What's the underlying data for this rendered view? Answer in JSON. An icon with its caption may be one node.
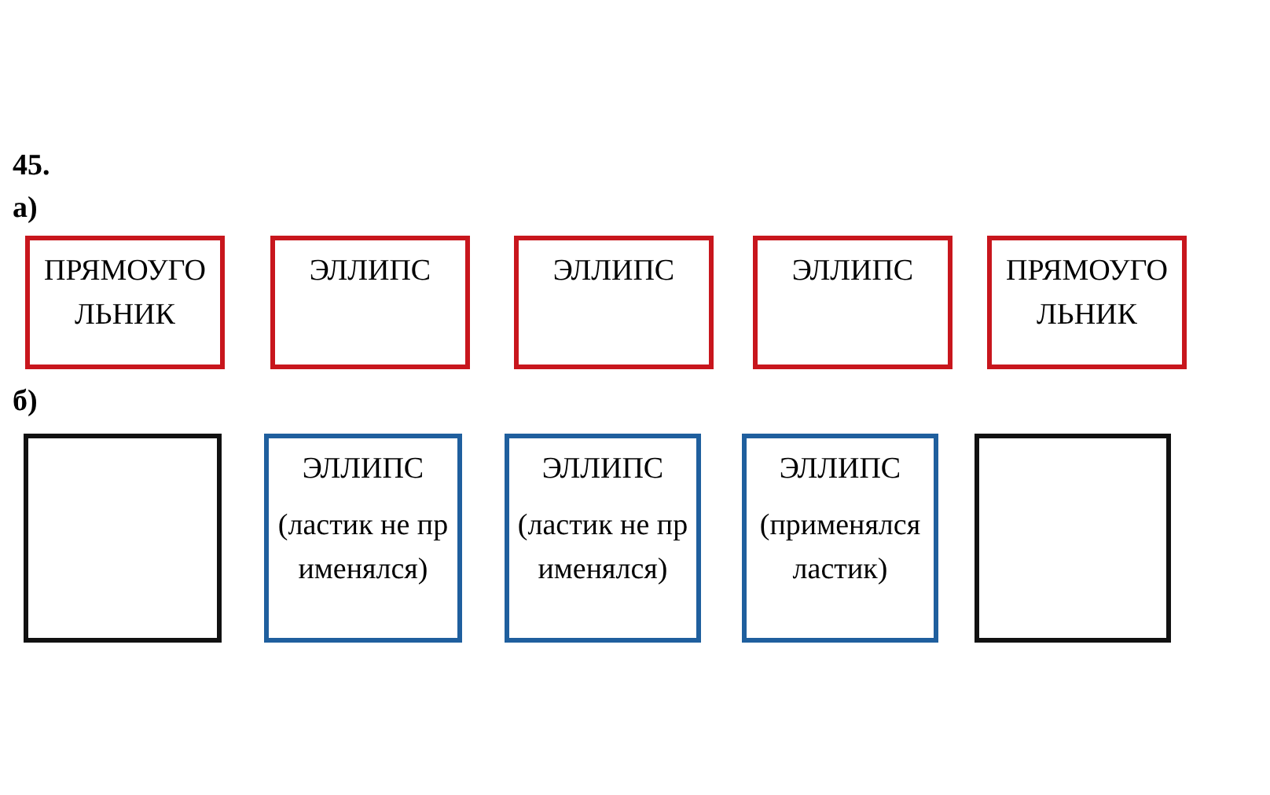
{
  "diagram": {
    "nodes": [
      {
        "text": [
          "ПРЯМОУГОЛЬНИК"
        ]
      },
      {
        "text": [
          "ЭЛЛИПС"
        ]
      },
      {
        "text": [
          "ЭЛЛИПС"
        ]
      },
      {
        "text": [
          "ЭЛЛИПС"
        ]
      },
      {
        "text": [
          "ПРЯМОУГОЛЬНИК"
        ]
      },
      {
        "text": [],
        "shape": "box"
      },
      {
        "text": [
          "ЭЛЛИПС",
          "(ластик не применялся)"
        ]
      },
      {
        "text": [
          "ЭЛЛИПС",
          "(ластик не применялся)"
        ]
      },
      {
        "text": [
          "ЭЛЛИПС",
          "(применялся ластик)"
        ]
      },
      {
        "text": [],
        "shape": "box"
      }
    ],
    "edges": [],
    "labels": [
      "45.",
      "а)",
      "б)"
    ]
  }
}
